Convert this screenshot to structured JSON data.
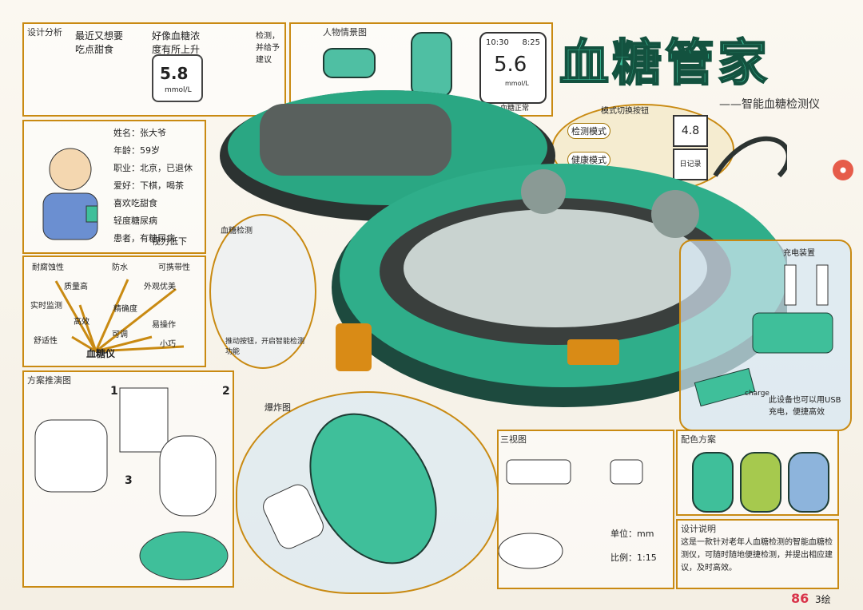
{
  "title": "血糖管家",
  "subtitle": "——智能血糖检测仪",
  "top_panels": {
    "design_analysis_label": "设计分析",
    "bubble1": "最近又想要吃点甜食",
    "bubble2": "好像血糖浓度有所上升",
    "bubble3": "检测，并给予建议",
    "reading1": "5.8",
    "reading1_unit": "mmol/L",
    "user_scene_label": "人物情景图",
    "device_time": "10:30",
    "device_time2": "8:25",
    "device_reading": "5.6",
    "device_unit": "mmol/L",
    "device_note": "血糖正常"
  },
  "persona": {
    "name": "姓名：张大爷",
    "age": "年龄：59岁",
    "job": "职业：北京，已退休",
    "hobby": "爱好：下棋，喝茶",
    "like": "喜欢吃甜食",
    "eyes": "轻度糖尿病",
    "risk": "患者，有糖尿病",
    "low": "视力低下"
  },
  "mode_switch": {
    "label": "模式切换按钮",
    "mode1": "检测模式",
    "mode2": "健康模式",
    "screen1": "4.8",
    "screen2": "日记录"
  },
  "mindmap": {
    "center": "血糖仪",
    "nodes": [
      "耐腐蚀性",
      "质量高",
      "实时监测",
      "高效",
      "舒适性",
      "防水",
      "精确度",
      "可调",
      "易操作",
      "小巧",
      "可携带性",
      "外观优美"
    ]
  },
  "sketch_labels": {
    "blood_label": "血糖检测",
    "insert_note": "推动按钮，开启智能检测功能",
    "scheme_label": "方案推演图",
    "num1": "1",
    "num2": "2",
    "num3": "3",
    "explode_label": "爆炸图",
    "charge_label": "充电装置",
    "charge_note": "此设备也可以用USB充电，便捷高效",
    "charge_word": "charge",
    "three_view_label": "三视图",
    "color_label": "配色方案",
    "unit": "单位：mm",
    "scale": "比例：1:15",
    "design_label": "设计说明",
    "design_text": "这是一款针对老年人血糖检测的智能血糖检测仪，可随时随地便捷检测，并提出相应建议，及时高效。",
    "page_number": "86",
    "signature": "3绘"
  },
  "colors": {
    "accent": "#2fae8a",
    "dark": "#1e3c34",
    "frame": "#c98a12"
  }
}
